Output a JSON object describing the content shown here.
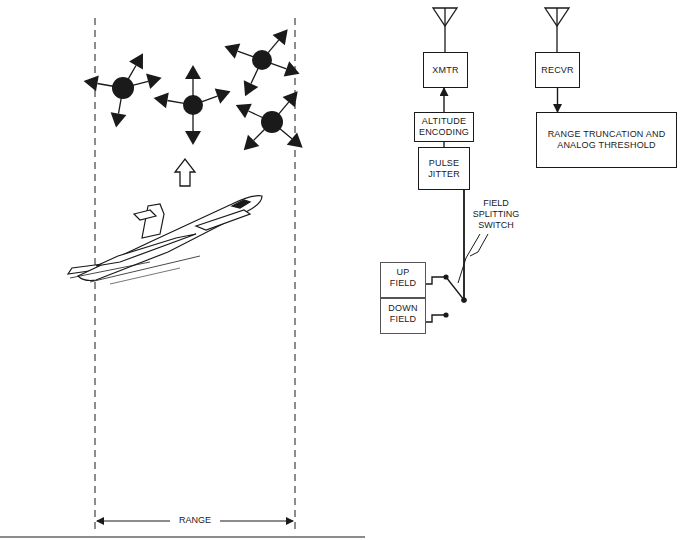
{
  "diagram": {
    "nodes": [
      {
        "text": [
          "XMTR"
        ]
      },
      {
        "text": [
          "ALTITUDE ENCODING"
        ]
      },
      {
        "text": [
          "PULSE JITTER"
        ]
      },
      {
        "text": [
          "UP FIELD"
        ]
      },
      {
        "text": [
          "DOWN FIELD"
        ]
      },
      {
        "text": [
          "RECVR"
        ]
      },
      {
        "text": [
          "RANGE TRUNCATION AND ANALOG THRESHOLD"
        ]
      }
    ],
    "edges": [
      {
        "from": 1,
        "to": 0,
        "arrow": "to"
      },
      {
        "from": 2,
        "to": 1,
        "arrow": "none"
      },
      {
        "from": 3,
        "to": 2,
        "arrow": "none"
      },
      {
        "from": 4,
        "to": 2,
        "arrow": "none"
      },
      {
        "from": 5,
        "to": 6,
        "arrow": "to"
      }
    ],
    "labels": [
      "FIELD SPLITTING SWITCH",
      "RANGE"
    ]
  }
}
